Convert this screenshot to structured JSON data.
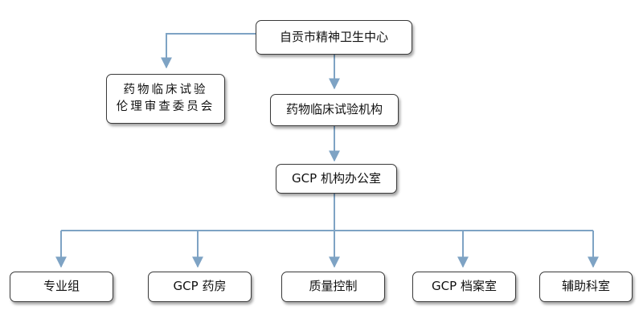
{
  "colors": {
    "connector": "#7ea3c4",
    "border": "#3a3a3a",
    "background": "#ffffff"
  },
  "nodes": {
    "root": {
      "label": "自贡市精神卫生中心"
    },
    "ethics": {
      "line1": "药物临床试验",
      "line2": "伦理审查委员会"
    },
    "institution": {
      "label": "药物临床试验机构"
    },
    "office": {
      "label": "GCP 机构办公室"
    },
    "departments": [
      {
        "label": "专业组"
      },
      {
        "label": "GCP 药房"
      },
      {
        "label": "质量控制"
      },
      {
        "label": "GCP 档案室"
      },
      {
        "label": "辅助科室"
      }
    ]
  }
}
